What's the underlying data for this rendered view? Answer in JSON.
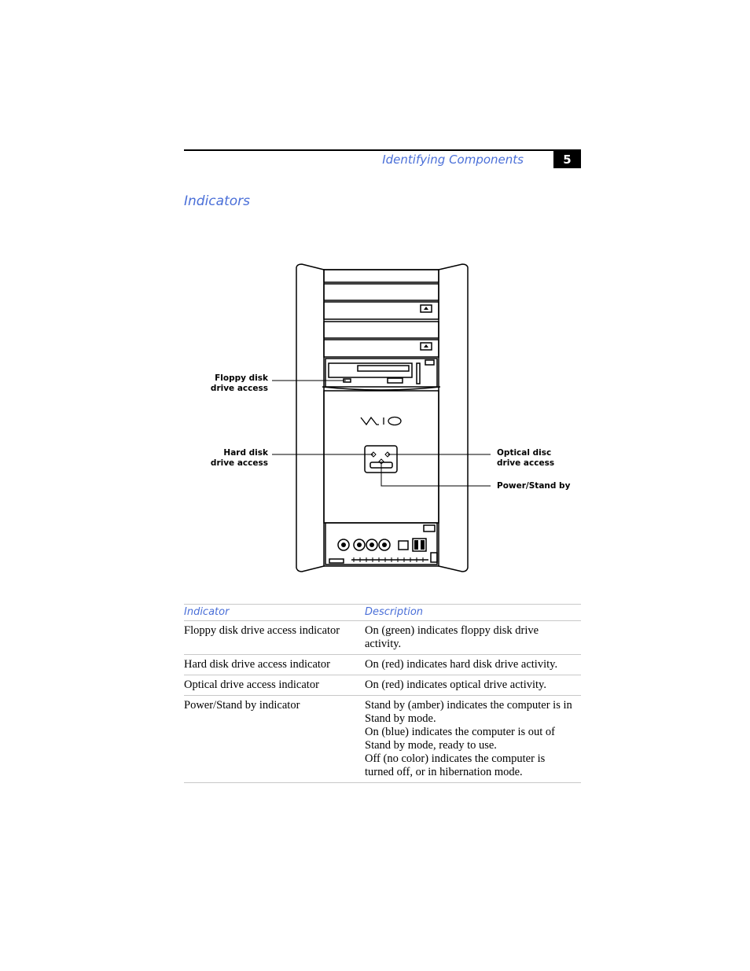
{
  "header": {
    "title": "Identifying Components",
    "page_number": "5"
  },
  "section": {
    "title": "Indicators"
  },
  "diagram": {
    "callouts": {
      "floppy": [
        "Floppy disk",
        "drive access"
      ],
      "hard_disk": [
        "Hard disk",
        "drive access"
      ],
      "optical": [
        "Optical disc",
        "drive access"
      ],
      "power": [
        "Power/Stand by"
      ]
    },
    "logo_text": "VAIO"
  },
  "table": {
    "headers": [
      "Indicator",
      "Description"
    ],
    "rows": [
      {
        "indicator": "Floppy disk drive access indicator",
        "description": [
          "On (green) indicates floppy disk drive activity."
        ]
      },
      {
        "indicator": "Hard disk drive access indicator",
        "description": [
          "On (red) indicates hard disk drive activity."
        ]
      },
      {
        "indicator": "Optical drive access indicator",
        "description": [
          "On (red) indicates optical drive activity."
        ]
      },
      {
        "indicator": "Power/Stand by indicator",
        "description": [
          "Stand by (amber) indicates the computer is in Stand by mode.",
          "On (blue) indicates the computer is out of Stand by mode, ready to use.",
          "Off (no color) indicates the computer is turned off, or in hibernation mode."
        ]
      }
    ]
  },
  "colors": {
    "accent": "#4a6fd8",
    "rule": "#000000"
  }
}
